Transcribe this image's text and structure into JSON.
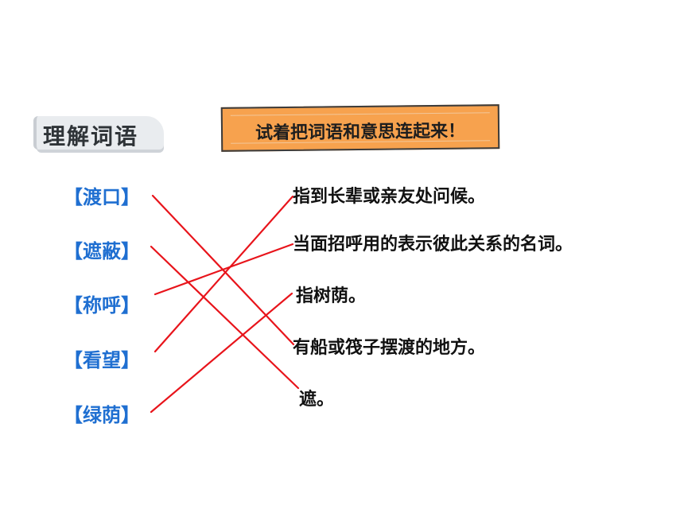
{
  "header": {
    "title": "理解词语",
    "instruction": "试着把词语和意思连起来！"
  },
  "terms": [
    "【渡口】",
    "【遮蔽】",
    "【称呼】",
    "【看望】",
    "【绿荫】"
  ],
  "meanings": [
    "指到长辈或亲友处问候。",
    "当面招呼用的表示彼此关系的名词。",
    "指树荫。",
    "有船或筏子摆渡的地方。",
    "遮。"
  ],
  "matches": [
    {
      "term": 0,
      "meaning": 3
    },
    {
      "term": 1,
      "meaning": 4
    },
    {
      "term": 2,
      "meaning": 1
    },
    {
      "term": 3,
      "meaning": 0
    },
    {
      "term": 4,
      "meaning": 2
    }
  ],
  "colors": {
    "term_text": "#1f6fd1",
    "line": "#e8141b",
    "instruction_bg": "#f7a24e"
  }
}
